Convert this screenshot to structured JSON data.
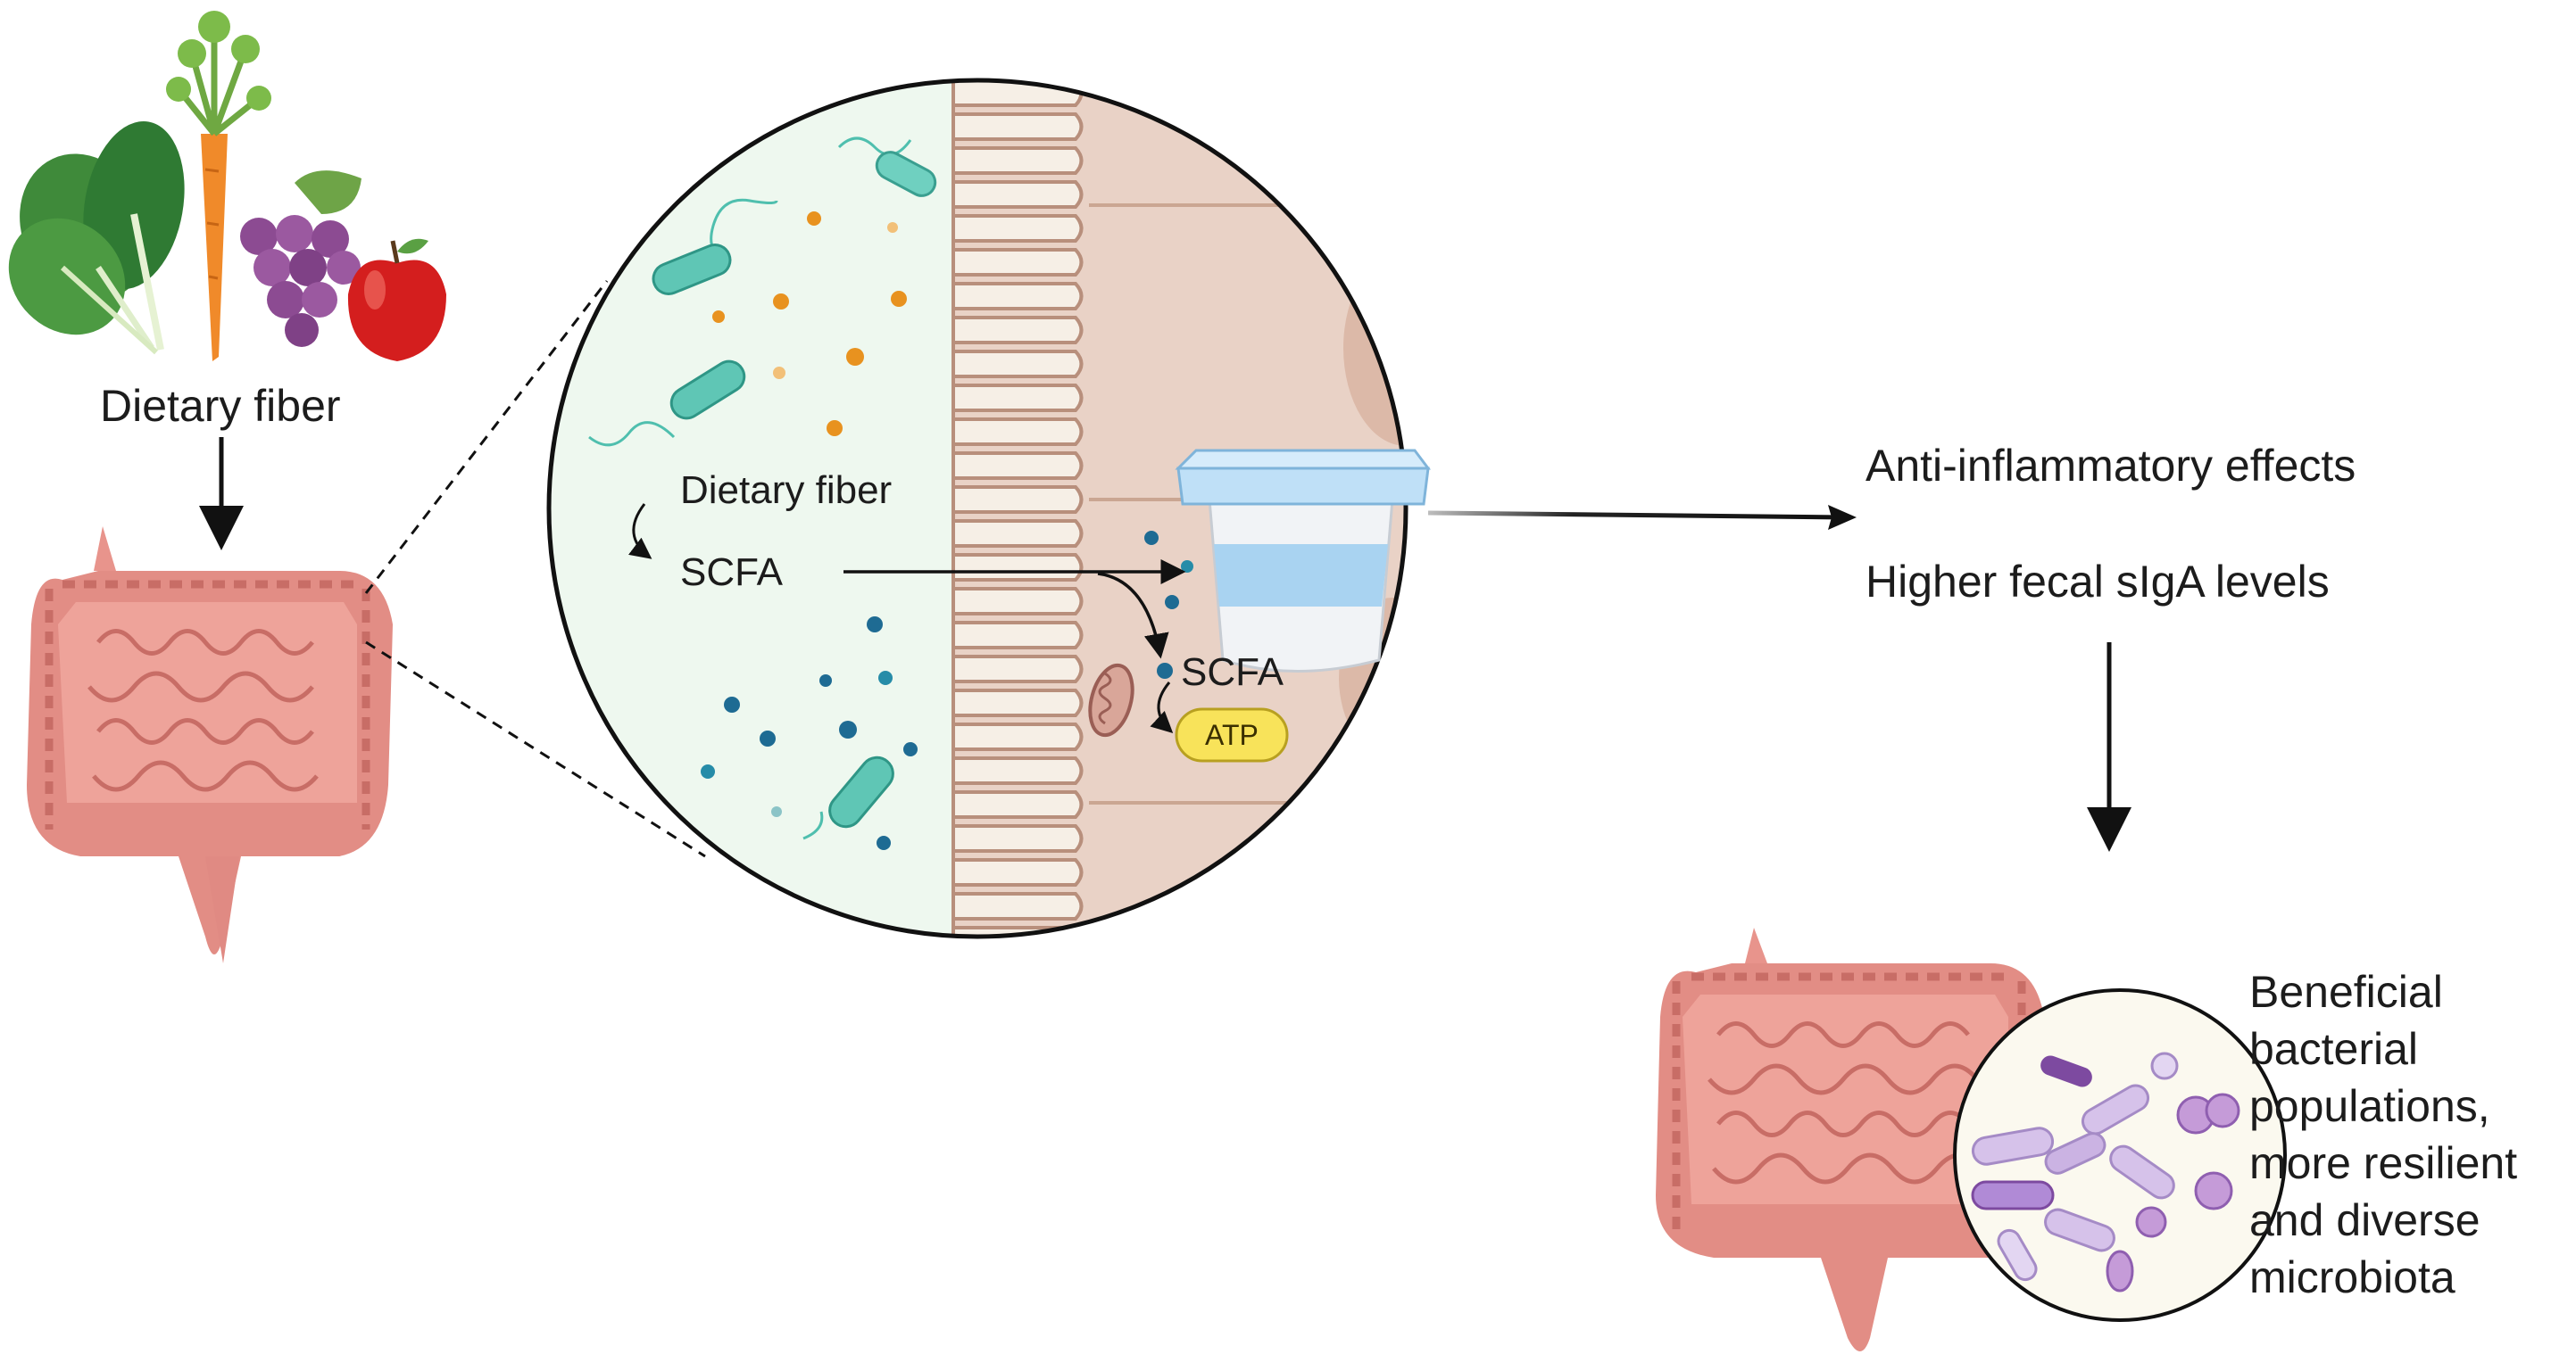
{
  "labels": {
    "fiber_top": "Dietary fiber",
    "fiber_inset": "Dietary fiber",
    "scfa_inset": "SCFA",
    "scfa_cell": "SCFA",
    "atp": "ATP",
    "effect_1": "Anti-inflammatory effects",
    "effect_2": "Higher fecal sIgA levels",
    "outcome": "Beneficial bacterial populations, more resilient and diverse microbiota"
  },
  "icons": [
    "leafy-greens-icon",
    "carrot-icon",
    "grapes-icon",
    "apple-icon",
    "intestine-icon",
    "bacteria-icon",
    "mitochondrion-icon",
    "yogurt-cup-icon",
    "microbiota-magnifier-icon"
  ],
  "colors": {
    "lumen": "#eef8ef",
    "tissue": "#e9d2c6",
    "villus": "#caa692",
    "gut": "#ea9b93",
    "gut_dark": "#c86d66",
    "bacteria_teal": "#4fbfae",
    "scfa_dot": "#1e6b93",
    "fiber_dot": "#e8921f",
    "atp_fill": "#f8e35a",
    "yogurt_blue": "#a9d3f1",
    "microbe_purple": "#b79ad6"
  }
}
